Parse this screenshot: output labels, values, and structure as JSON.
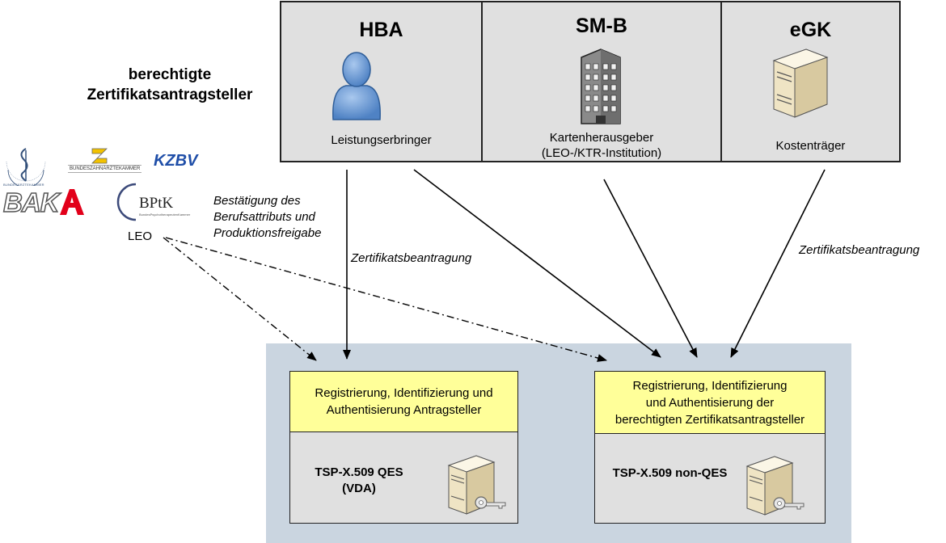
{
  "applicants_heading": "berechtigte\nZertifikatsantragsteller",
  "columns": [
    {
      "title": "HBA",
      "subtitle": "Leistungserbringer",
      "icon": "person-icon"
    },
    {
      "title": "SM-B",
      "subtitle": "Kartenherausgeber\n(LEO-/KTR-Institution)",
      "icon": "office-building-icon"
    },
    {
      "title": "eGK",
      "subtitle": "Kostenträger",
      "icon": "server-icon"
    }
  ],
  "logos": {
    "bundesaerztekammer": "BUNDESÄRZTEKAMMER",
    "bundeszahnaerztekammer": "BUNDESZAHNÄRZTEKAMMER",
    "kzbv": "KZBV",
    "bak": "BAK",
    "bptk": "BPtK",
    "bptk_sub": "BundesPsychotherapeutenKammer"
  },
  "leo_label": "LEO",
  "notes": {
    "confirmation": "Bestätigung des\nBerufsattributs und\nProduktionsfreigabe",
    "request_left": "Zertifikatsbeantragung",
    "request_right": "Zertifikatsbeantragung"
  },
  "tsp": [
    {
      "header": "Registrierung,  Identifizierung und\nAuthentisierung  Antragsteller",
      "label": "TSP-X.509 QES\n(VDA)"
    },
    {
      "header": "Registrierung,  Identifizierung\nund Authentisierung  der\nberechtigten  Zertifikatsantragsteller",
      "label": "TSP-X.509 non-QES"
    }
  ],
  "colors": {
    "panel_grey": "#e0e0e0",
    "lower_background": "#cad5e0",
    "header_yellow": "#ffff99",
    "person_blue": "#6f9fd8",
    "kzbv_blue": "#1f4ea8",
    "pharmacy_red": "#e2001a"
  }
}
